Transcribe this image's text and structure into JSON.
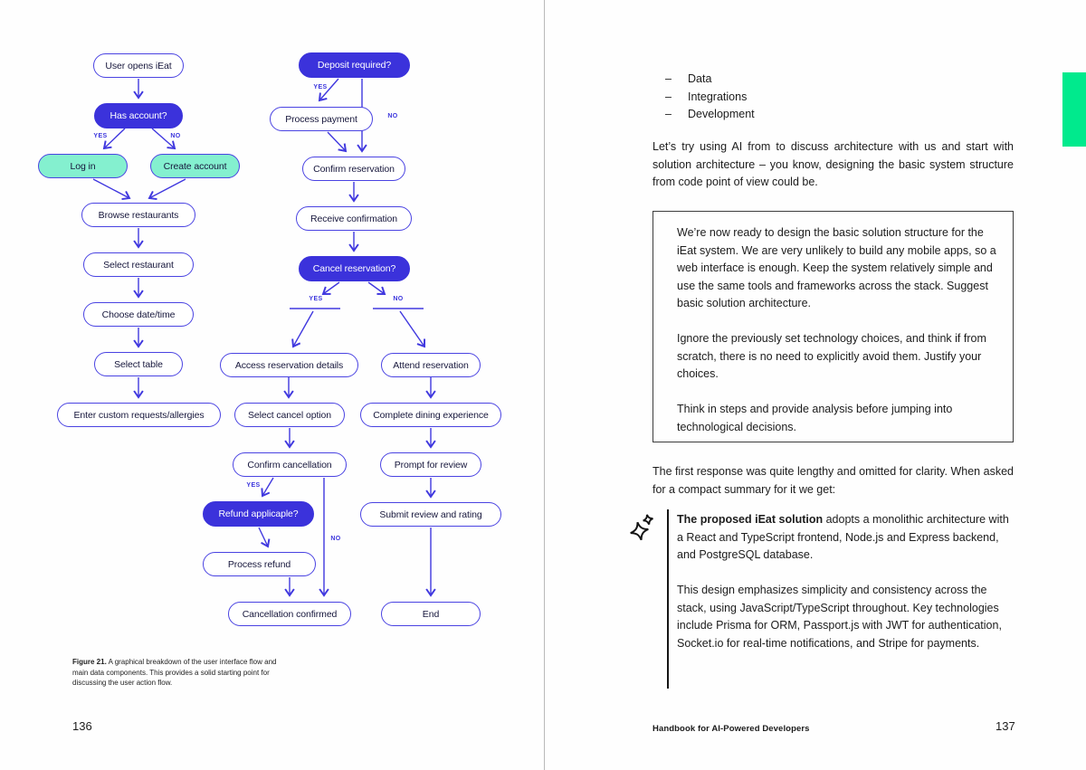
{
  "left_page": {
    "flowchart": {
      "yes_label": "YES",
      "no_label": "NO",
      "colors": {
        "blue": "#3b32db",
        "mint": "#84f0cf",
        "line": "#4038df"
      },
      "nodes": [
        {
          "id": "user-opens-ieat",
          "label": "User opens iEat"
        },
        {
          "id": "has-account",
          "label": "Has account?"
        },
        {
          "id": "log-in",
          "label": "Log in"
        },
        {
          "id": "create-account",
          "label": "Create account"
        },
        {
          "id": "browse-restaurants",
          "label": "Browse restaurants"
        },
        {
          "id": "select-restaurant",
          "label": "Select restaurant"
        },
        {
          "id": "choose-date-time",
          "label": "Choose date/time"
        },
        {
          "id": "select-table",
          "label": "Select table"
        },
        {
          "id": "enter-custom-requests",
          "label": "Enter custom requests/allergies"
        },
        {
          "id": "deposit-required",
          "label": "Deposit required?"
        },
        {
          "id": "process-payment",
          "label": "Process payment"
        },
        {
          "id": "confirm-reservation",
          "label": "Confirm reservation"
        },
        {
          "id": "receive-confirmation",
          "label": "Receive confirmation"
        },
        {
          "id": "cancel-reservation",
          "label": "Cancel reservation?"
        },
        {
          "id": "access-reservation-details",
          "label": "Access reservation details"
        },
        {
          "id": "attend-reservation",
          "label": "Attend reservation"
        },
        {
          "id": "select-cancel-option",
          "label": "Select cancel option"
        },
        {
          "id": "confirm-cancellation",
          "label": "Confirm cancellation"
        },
        {
          "id": "refund-applicaple",
          "label": "Refund applicaple?"
        },
        {
          "id": "process-refund",
          "label": "Process refund"
        },
        {
          "id": "cancellation-confirmed",
          "label": "Cancellation confirmed"
        },
        {
          "id": "complete-dining-experience",
          "label": "Complete dining experience"
        },
        {
          "id": "prompt-for-review",
          "label": "Prompt for review"
        },
        {
          "id": "submit-review-and-rating",
          "label": "Submit review and rating"
        },
        {
          "id": "end",
          "label": "End"
        }
      ]
    },
    "caption": {
      "title": "Figure 21.",
      "text": " A graphical breakdown of the user interface flow and main data components. This provides a solid starting point for discussing the user action flow."
    },
    "page_number": "136"
  },
  "right_page": {
    "bullet_char": "–",
    "bullets": [
      "Data",
      "Integrations",
      "Development"
    ],
    "paragraph_1": "Let’s try using AI from to discuss architecture with us and start with solution architecture – you know, designing the basic system structure from code point of view could be.",
    "quote_box": {
      "paragraphs": [
        "We’re now ready to design the basic solution structure for the iEat system. We are very unlikely to build any mobile apps, so a web interface is enough. Keep the system relatively simple and use the same tools and frameworks across the stack. Suggest basic solution architecture.",
        "Ignore the previously set technology choices, and think if from scratch, there is no need to explicitly avoid them. Justify your choices.",
        "Think in steps and provide analysis before jumping into technological decisions."
      ]
    },
    "paragraph_2": "The first response was quite lengthy and omitted for clarity. When asked for a compact summary for it we get:",
    "ai_response": {
      "lead_bold": "The proposed iEat solution",
      "paragraph_1_rest": " adopts a monolithic architecture with a React and TypeScript frontend, Node.js and Express backend, and PostgreSQL database.",
      "paragraph_2": "This design emphasizes simplicity and consistency across the stack, using JavaScript/TypeScript throughout. Key technologies include Prisma for ORM, Passport.js with JWT for authentication, Socket.io for real-time notifications, and Stripe for payments."
    },
    "footer": {
      "book_title": "Handbook for AI-Powered Developers",
      "page_number": "137"
    },
    "tab_color": "#00ea8d"
  }
}
